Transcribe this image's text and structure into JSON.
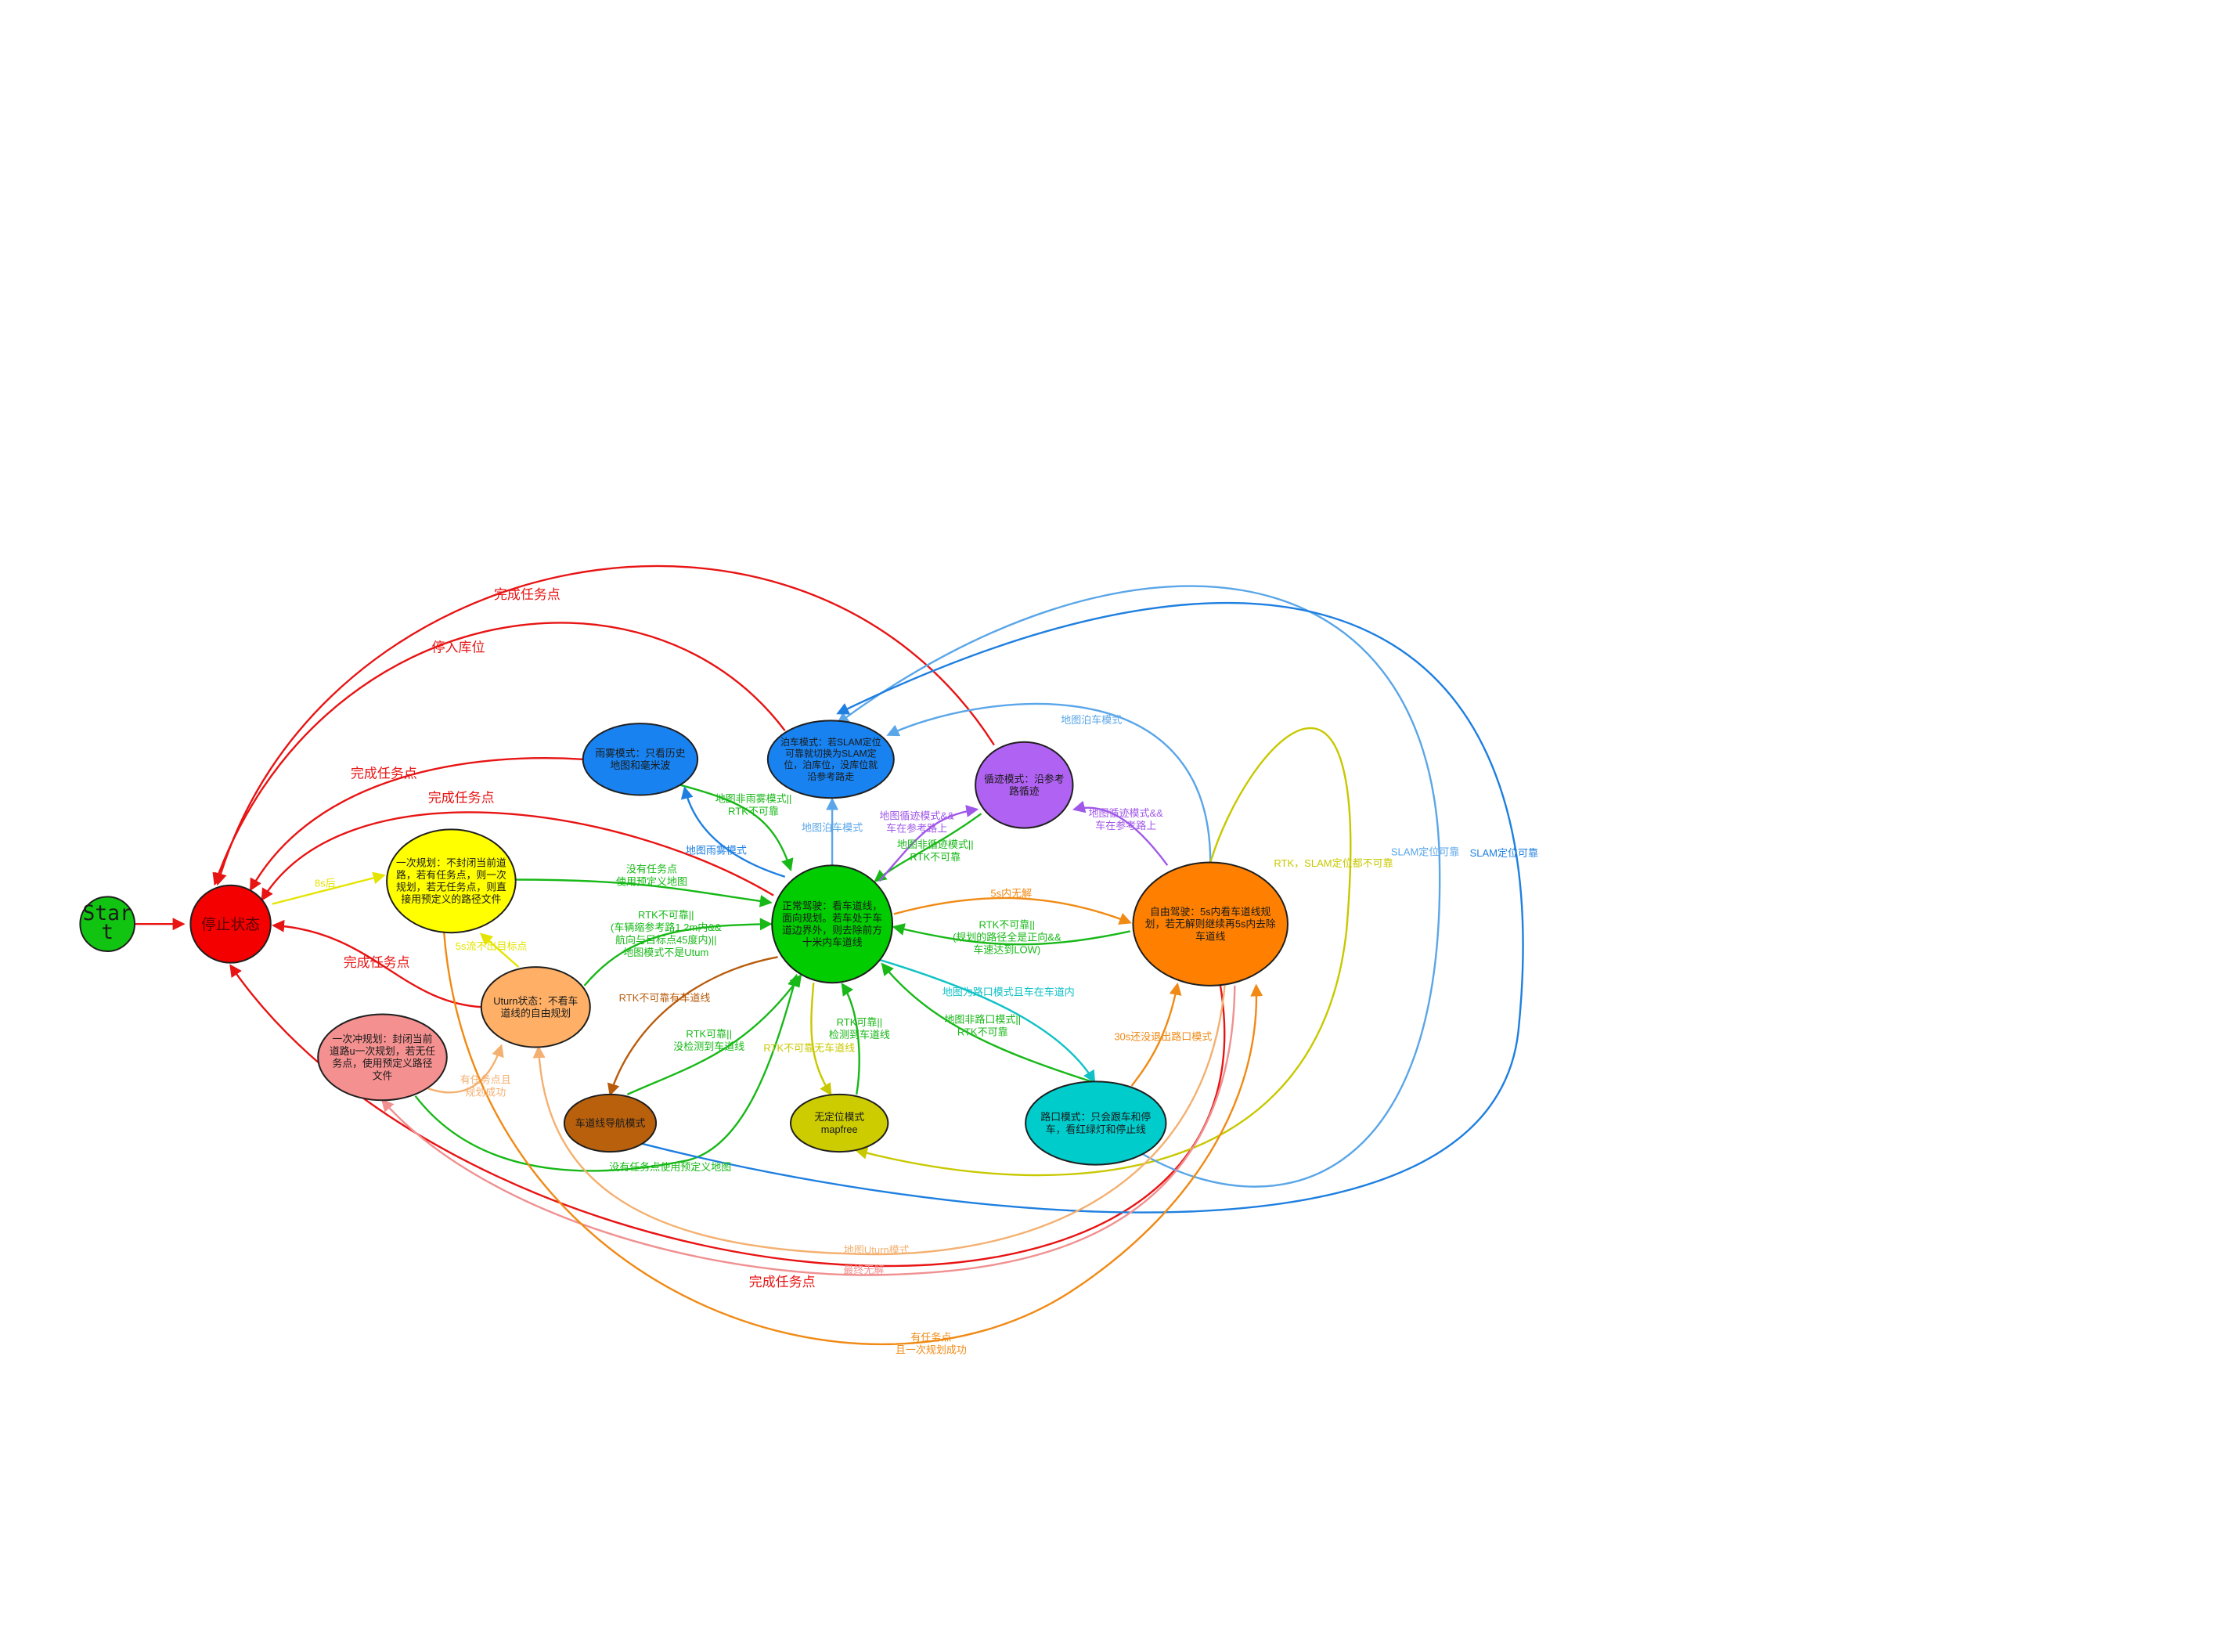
{
  "colors": {
    "red": "#e81414",
    "green": "#18b818",
    "blue": "#1e7fe0",
    "lightblue": "#5aa6e8",
    "teal": "#10c2c6",
    "purple": "#a058e8",
    "orange": "#f08a14",
    "lightorange": "#f4b070",
    "pink": "#f09090",
    "yellow": "#e4e400",
    "olive": "#c8c800",
    "brown": "#b85c0c"
  },
  "nodes": {
    "start": {
      "lines": [
        "Star",
        "t"
      ],
      "fill": "#12c412"
    },
    "stop": {
      "lines": [
        "停止状态"
      ],
      "fill": "#f40000"
    },
    "rain": {
      "lines": [
        "雨雾模式：只看历史",
        "地图和毫米波"
      ],
      "fill": "#1882f0"
    },
    "parking": {
      "lines": [
        "泊车模式：若SLAM定位",
        "可靠就切换为SLAM定",
        "位，泊库位，没库位就",
        "沿参考路走"
      ],
      "fill": "#1882f0"
    },
    "tracking": {
      "lines": [
        "循迹模式：沿参考",
        "路循迹"
      ],
      "fill": "#b062f2"
    },
    "once_plan": {
      "lines": [
        "一次规划：不封闭当前道",
        "路，若有任务点，则一次",
        "规划，若无任务点，则直",
        "接用预定义的路径文件"
      ],
      "fill": "#ffff00"
    },
    "normal": {
      "lines": [
        "正常驾驶：看车道线，",
        "面向规划。若车处于车",
        "道边界外，则去除前方",
        "十米内车道线"
      ],
      "fill": "#00cc00"
    },
    "free": {
      "lines": [
        "自由驾驶：5s内看车道线规",
        "划，若无解则继续再5s内去除",
        "车道线"
      ],
      "fill": "#ff8000"
    },
    "uturn": {
      "lines": [
        "Uturn状态：不看车",
        "道线的自由规划"
      ],
      "fill": "#ffb066"
    },
    "impulse": {
      "lines": [
        "一次冲规划：封闭当前",
        "道路u一次规划，若无任",
        "务点，使用预定义路径",
        "文件"
      ],
      "fill": "#f49090"
    },
    "lane_nav": {
      "lines": [
        "车道线导航模式"
      ],
      "fill": "#b8600c"
    },
    "noloc": {
      "lines": [
        "无定位模式",
        "mapfree"
      ],
      "fill": "#cccc00"
    },
    "intersection": {
      "lines": [
        "路口模式：只会跟车和停",
        "车，看红绿灯和停止线"
      ],
      "fill": "#00cccc"
    }
  },
  "edges": [
    {
      "id": "start-stop",
      "color": "red",
      "label": []
    },
    {
      "id": "tracking-stop",
      "color": "red",
      "label": [
        "完成任务点"
      ]
    },
    {
      "id": "parking-stop",
      "color": "red",
      "label": [
        "停入库位"
      ]
    },
    {
      "id": "rain-stop",
      "color": "red",
      "label": [
        "完成任务点"
      ]
    },
    {
      "id": "normal-stop",
      "color": "red",
      "label": [
        "完成任务点"
      ]
    },
    {
      "id": "uturn-stop",
      "color": "red",
      "label": [
        "完成任务点"
      ]
    },
    {
      "id": "free-stop",
      "color": "red",
      "label": [
        "完成任务点"
      ]
    },
    {
      "id": "stop-once",
      "color": "yellow",
      "label": [
        "8s后"
      ]
    },
    {
      "id": "uturn-once",
      "color": "yellow",
      "label": [
        "5s流不出目标点"
      ]
    },
    {
      "id": "once-normal",
      "color": "green",
      "label": [
        "没有任务点",
        "使用预定义地图"
      ]
    },
    {
      "id": "uturn-normal",
      "color": "green",
      "label": [
        "RTK不可靠||",
        "(车辆缩参考路1.2m内&&",
        "航向与目标点45度内)||",
        "地图模式不是Utum"
      ]
    },
    {
      "id": "lanenav-normal",
      "color": "green",
      "label": [
        "RTK可靠||",
        "没检测到车道线"
      ]
    },
    {
      "id": "impulse-normal",
      "color": "green",
      "label": [
        "没有任务点使用预定义地图"
      ]
    },
    {
      "id": "rain-normal",
      "color": "green",
      "label": [
        "地图非雨雾模式||",
        "RTK不可靠"
      ]
    },
    {
      "id": "normal-rain",
      "color": "blue",
      "label": [
        "地图雨雾模式"
      ]
    },
    {
      "id": "normal-parking",
      "color": "lightblue",
      "label": [
        "地图泊车模式"
      ]
    },
    {
      "id": "tracking-normal",
      "color": "green",
      "label": [
        "地图非循迹模式||",
        "RTK不可靠"
      ]
    },
    {
      "id": "normal-tracking",
      "color": "purple",
      "label": [
        "地图循迹模式&&",
        "车在参考路上"
      ]
    },
    {
      "id": "free-tracking",
      "color": "purple",
      "label": [
        "地图循迹模式&&",
        "车在参考路上"
      ]
    },
    {
      "id": "free-parking",
      "color": "lightblue",
      "label": [
        "地图泊车模式"
      ]
    },
    {
      "id": "normal-free",
      "color": "orange",
      "label": [
        "5s内无解"
      ]
    },
    {
      "id": "free-normal",
      "color": "green",
      "label": [
        "RTK不可靠||",
        "(规划的路径全是正向&&",
        "车速达到LOW)"
      ]
    },
    {
      "id": "normal-lanenav",
      "color": "brown",
      "label": [
        "RTK不可靠有车道线"
      ]
    },
    {
      "id": "normal-noloc",
      "color": "olive",
      "label": [
        "RTK不可靠无车道线"
      ]
    },
    {
      "id": "noloc-normal",
      "color": "green",
      "label": [
        "RTK可靠||",
        "检测到车道线"
      ]
    },
    {
      "id": "normal-intersection",
      "color": "teal",
      "label": [
        "地图为路口模式且车在车道内"
      ]
    },
    {
      "id": "intersection-normal",
      "color": "green",
      "label": [
        "地图非路口模式||",
        "RTK不可靠"
      ]
    },
    {
      "id": "intersection-free",
      "color": "orange",
      "label": [
        "30s还没退出路口模式"
      ]
    },
    {
      "id": "free-noloc",
      "color": "olive",
      "label": [
        "RTK，SLAM定位都不可靠"
      ]
    },
    {
      "id": "intersection-parking",
      "color": "lightblue",
      "label": [
        "SLAM定位可靠"
      ]
    },
    {
      "id": "lanenav-parking",
      "color": "blue",
      "label": [
        "SLAM定位可靠"
      ]
    },
    {
      "id": "free-uturn",
      "color": "lightorange",
      "label": [
        "地图Uturn模式"
      ]
    },
    {
      "id": "free-impulse",
      "color": "pink",
      "label": [
        "最终无解"
      ]
    },
    {
      "id": "impulse-uturn",
      "color": "lightorange",
      "label": [
        "有任务点且",
        "规划成功"
      ]
    },
    {
      "id": "once-free",
      "color": "orange",
      "label": [
        "有任务点",
        "且一次规划成功"
      ]
    }
  ]
}
